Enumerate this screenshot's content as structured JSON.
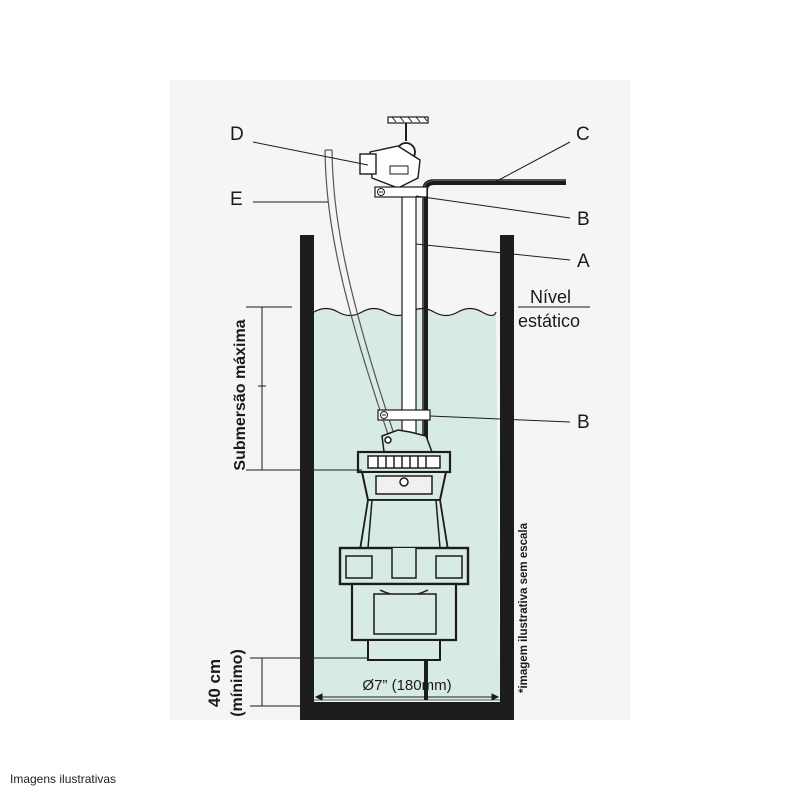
{
  "diagram": {
    "callouts": {
      "a": "A",
      "b_top": "B",
      "b_bottom": "B",
      "c": "C",
      "d": "D",
      "e": "E"
    },
    "static_level": {
      "line1": "Nível",
      "line2": "estático"
    },
    "max_submersion": "Submersão máxima",
    "min_clearance": {
      "line1": "40 cm",
      "line2": "(mínimo)"
    },
    "diameter": "Ø7”  (180mm)",
    "scale_note": "*imagem ilustrativa sem escala"
  },
  "caption": "Imagens ilustrativas",
  "colors": {
    "water": "#d8ebe2",
    "outline": "#1c1c1c",
    "panel": "#f5f5f5"
  }
}
